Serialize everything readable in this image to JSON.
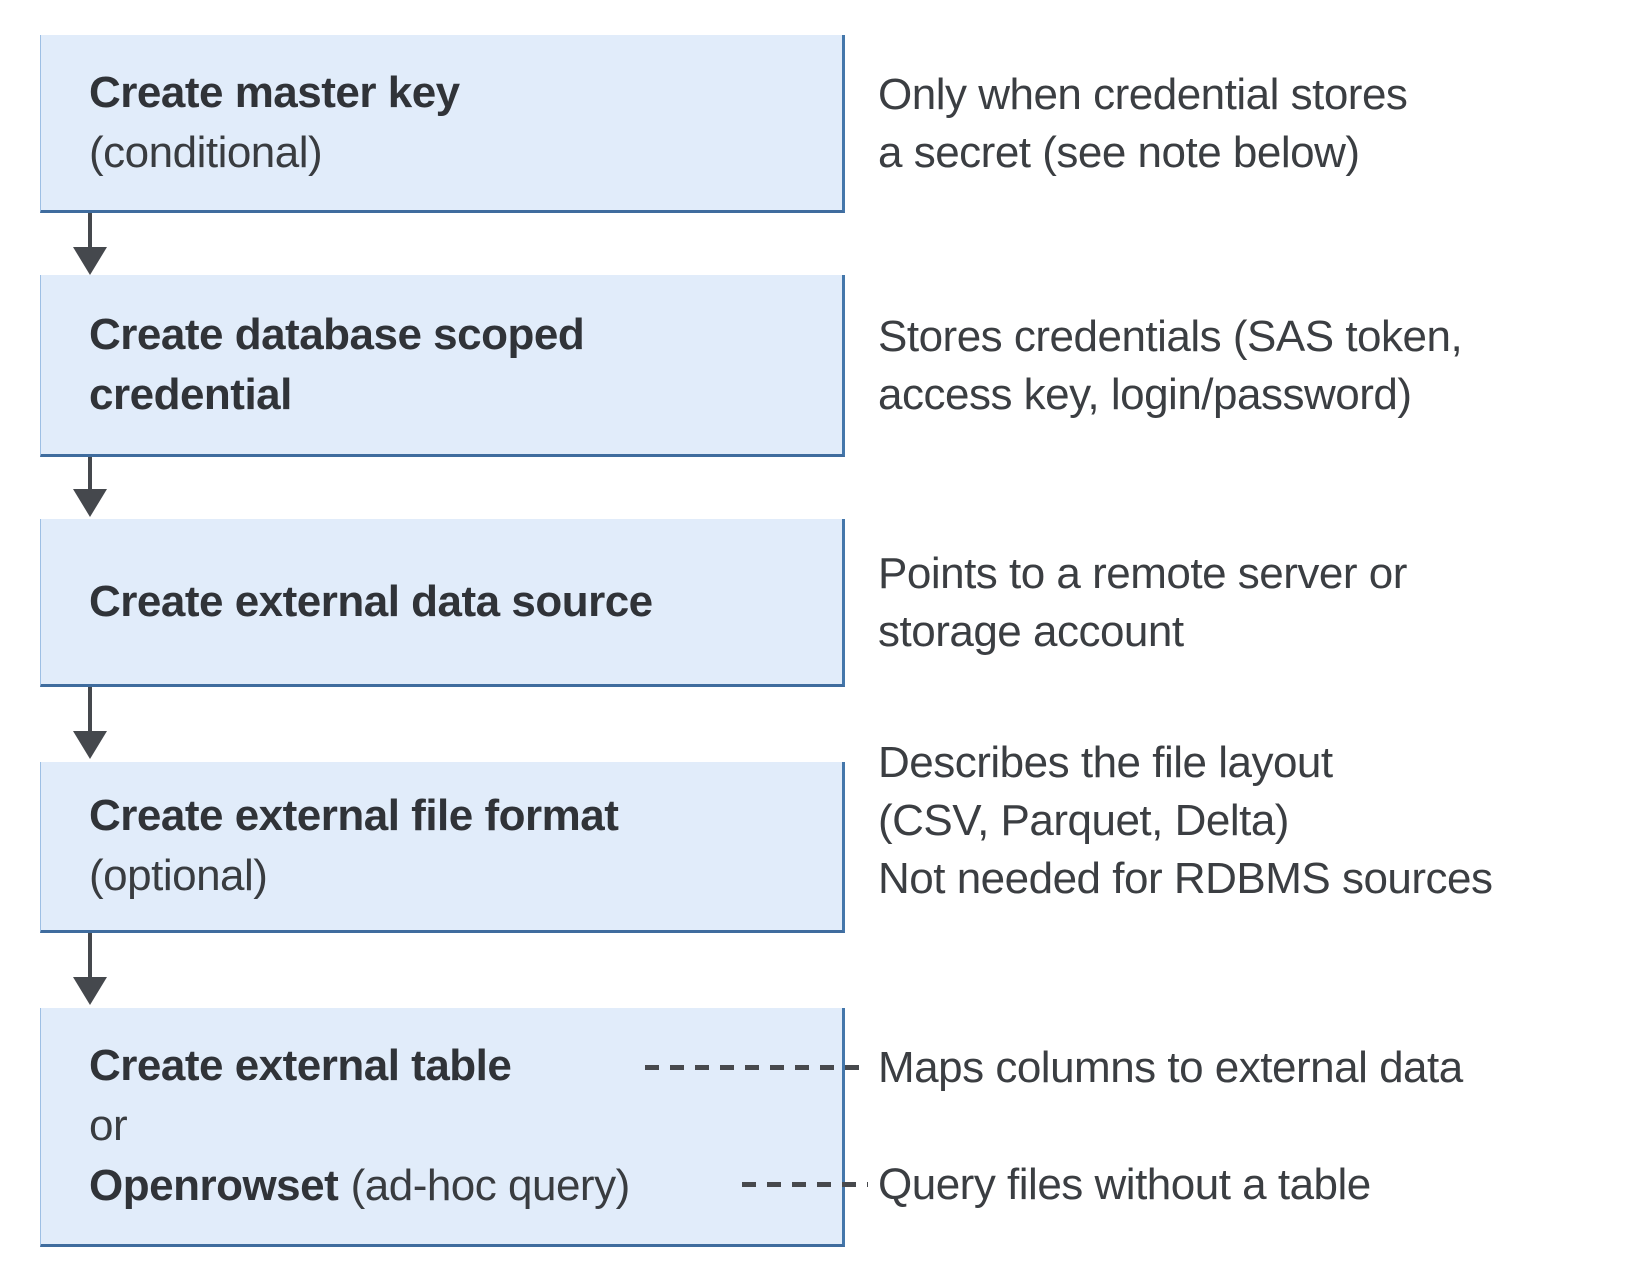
{
  "colors": {
    "box_fill": "#e1ecfa",
    "box_border_strong": "#3f6c9e",
    "box_border_light": "#9dbfe4",
    "text_dark": "#303338",
    "connector_gray": "#45484d",
    "background": "#ffffff"
  },
  "steps": [
    {
      "box": {
        "bold": "Create master key",
        "regular": "(conditional)"
      },
      "note": [
        "Only when credential stores",
        "a secret (see note below)"
      ]
    },
    {
      "box": {
        "bold_lines": [
          "Create database scoped",
          "credential"
        ]
      },
      "note": [
        "Stores credentials (SAS token,",
        "access key, login/password)"
      ]
    },
    {
      "box": {
        "bold": "Create external data source"
      },
      "note": [
        "Points to a remote server or",
        "storage account"
      ]
    },
    {
      "box": {
        "bold": "Create external file format",
        "regular": "(optional)"
      },
      "note": [
        "Describes the file layout",
        "(CSV, Parquet, Delta)",
        "Not needed for RDBMS sources"
      ]
    },
    {
      "box": {
        "bold": "Create external table",
        "or": "or",
        "bold2": "Openrowset",
        "regular2": "(ad-hoc query)"
      },
      "notes": [
        "Maps columns to external data",
        "Query files without a table"
      ]
    }
  ]
}
